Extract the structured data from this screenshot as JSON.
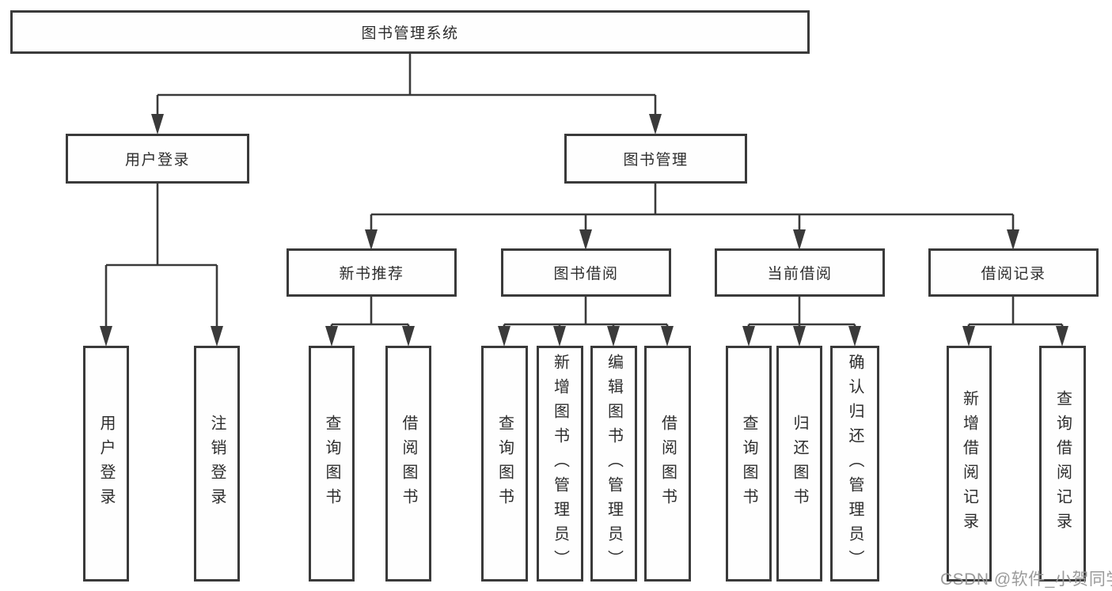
{
  "tree": {
    "label": "图书管理系统",
    "children": [
      {
        "label": "用户登录",
        "children": [
          {
            "label": "用户登录"
          },
          {
            "label": "注销登录"
          }
        ]
      },
      {
        "label": "图书管理",
        "children": [
          {
            "label": "新书推荐",
            "children": [
              {
                "label": "查询图书"
              },
              {
                "label": "借阅图书"
              }
            ]
          },
          {
            "label": "图书借阅",
            "children": [
              {
                "label": "查询图书"
              },
              {
                "label": "新增图书（管理员）"
              },
              {
                "label": "编辑图书（管理员）"
              },
              {
                "label": "借阅图书"
              }
            ]
          },
          {
            "label": "当前借阅",
            "children": [
              {
                "label": "查询图书"
              },
              {
                "label": "归还图书"
              },
              {
                "label": "确认归还（管理员）"
              }
            ]
          },
          {
            "label": "借阅记录",
            "children": [
              {
                "label": "新增借阅记录"
              },
              {
                "label": "查询借阅记录"
              }
            ]
          }
        ]
      }
    ]
  },
  "watermark": {
    "text": "CSDN @软件_小贺同学"
  },
  "colors": {
    "line": "#3a3a3a",
    "box_border": "#3a3a3a",
    "box_fill": "#fefefe",
    "text": "#2d2d2d",
    "watermark": "#969696",
    "background": "#ffffff"
  }
}
